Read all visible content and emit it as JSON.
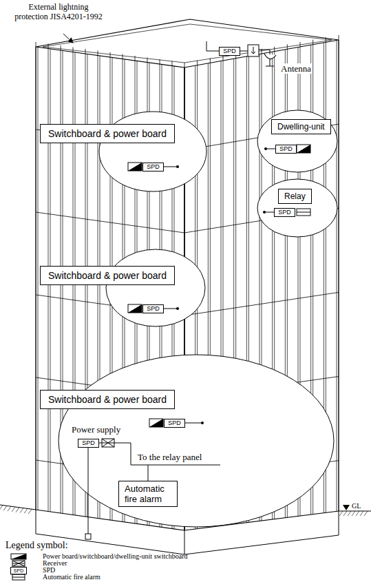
{
  "diagram": {
    "nodes": [
      {
        "text": [
          "SPD"
        ]
      },
      {
        "text": [
          "Switchboard & power board"
        ]
      },
      {
        "text": [
          "Dwelling-unit"
        ]
      },
      {
        "text": [
          "SPD"
        ]
      },
      {
        "text": [
          "SPD"
        ]
      },
      {
        "text": [
          "Relay"
        ]
      },
      {
        "text": [
          "SPD"
        ]
      },
      {
        "text": [
          "Switchboard & power board"
        ]
      },
      {
        "text": [
          "SPD"
        ]
      },
      {
        "text": [
          "Switchboard & power board"
        ]
      },
      {
        "text": [
          "SPD"
        ]
      },
      {
        "text": [
          "SPD"
        ]
      },
      {
        "text": [
          "Automatic fire alarm"
        ]
      },
      {
        "text": [
          "SPD"
        ]
      }
    ],
    "labels": [
      "External lightning protection JISA4201-1992",
      "Antenna",
      "Power supply",
      "To the relay panel",
      "GL",
      "Legend symbol:"
    ],
    "legend": [
      {
        "text": "Power board/switchboard/dwelling-unit switchboard"
      },
      {
        "text": "Receiver"
      },
      {
        "text": "SPD"
      },
      {
        "text": "Automatic fire alarm"
      }
    ]
  }
}
